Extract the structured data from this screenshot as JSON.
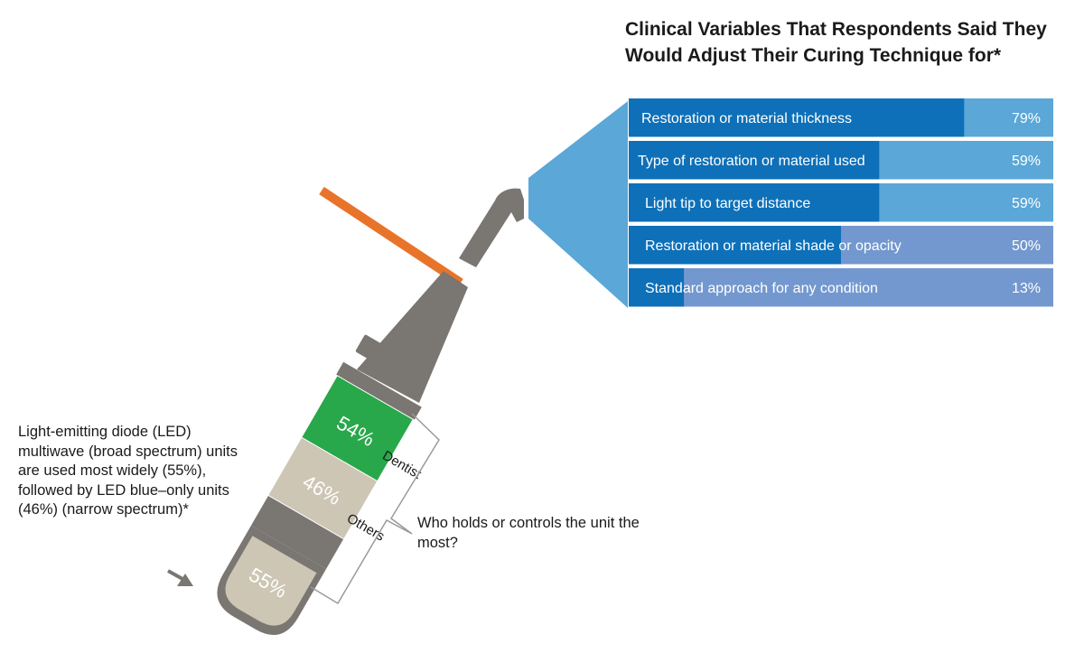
{
  "title": "Clinical Variables That Respondents Said They Would Adjust Their Curing Technique for*",
  "left_note": "Light-emitting diode (LED) multiwave (broad spectrum) units are used most widely (55%), followed by LED blue–only units (46%) (narrow spectrum)*",
  "question": "Who holds or controls  the unit the most?",
  "colors": {
    "bar_dark": "#0e70b8",
    "bar_light_top": "#5aa7d8",
    "bar_light_bottom": "#7398cf",
    "beam": "#5aa7d8",
    "device_gray": "#7a7672",
    "beige": "#cdc6b4",
    "green": "#28a84a",
    "tip_orange": "#e8742a"
  },
  "chart_data": [
    {
      "type": "bar",
      "orientation": "horizontal",
      "categories": [
        "Restoration or material thickness",
        "Type of restoration or material used",
        "Light tip to target distance",
        "Restoration or material shade or opacity",
        "Standard approach for any condition"
      ],
      "values": [
        79,
        59,
        59,
        50,
        13
      ],
      "value_labels": [
        "79%",
        "59%",
        "59%",
        "50%",
        "13%"
      ],
      "xlim": [
        0,
        100
      ]
    },
    {
      "type": "bar",
      "subject": "holder",
      "categories": [
        "Dentist",
        "Others"
      ],
      "values": [
        54,
        46
      ],
      "value_labels": [
        "54%",
        "46%"
      ]
    },
    {
      "type": "bar",
      "subject": "unit type",
      "values": [
        55
      ],
      "value_labels": [
        "55%"
      ]
    }
  ]
}
